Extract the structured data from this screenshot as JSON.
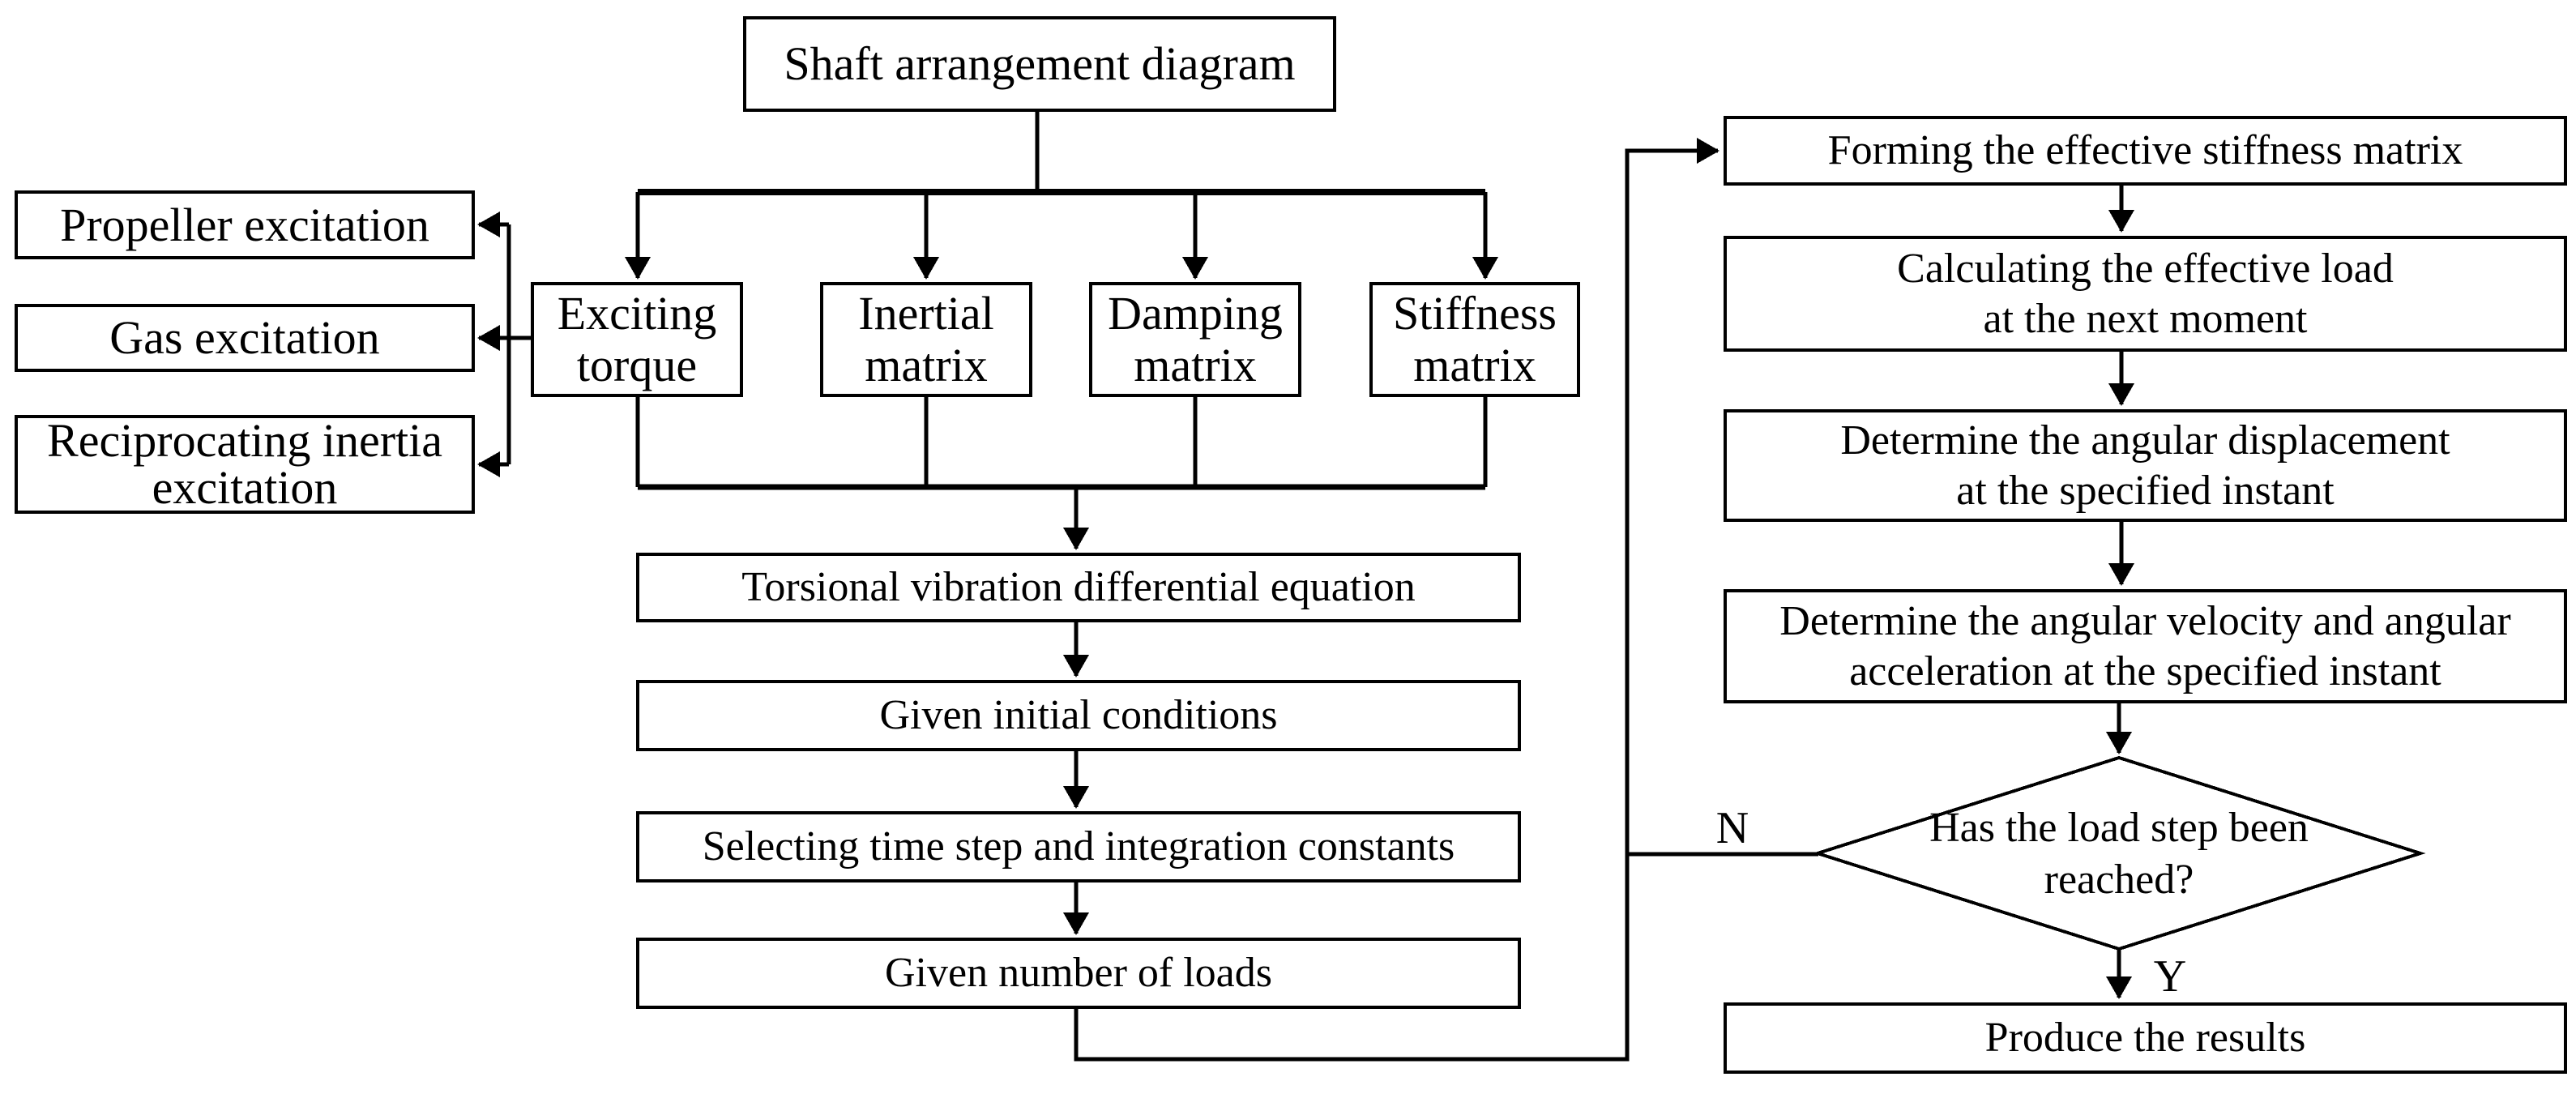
{
  "figure": {
    "background_color": "#ffffff",
    "line_color": "#000000",
    "box_fill_color": "#ffffff"
  },
  "nodes": {
    "shaft": {
      "label": "Shaft arrangement diagram"
    },
    "propeller": {
      "label": "Propeller excitation"
    },
    "gas": {
      "label": "Gas excitation"
    },
    "reciprocating": {
      "label": "Reciprocating inertia\nexcitation"
    },
    "exciting": {
      "label": "Exciting\ntorque"
    },
    "inertial": {
      "label": "Inertial\nmatrix"
    },
    "damping": {
      "label": "Damping\nmatrix"
    },
    "stiffness": {
      "label": "Stiffness\nmatrix"
    },
    "torsional": {
      "label": "Torsional vibration differential equation"
    },
    "initial": {
      "label": "Given initial conditions"
    },
    "timestep": {
      "label": "Selecting time step and integration constants"
    },
    "loads": {
      "label": "Given number of loads"
    },
    "forming": {
      "label": "Forming the effective stiffness matrix"
    },
    "effective_load": {
      "label": "Calculating the effective load\nat the next moment"
    },
    "displacement": {
      "label": "Determine the angular displacement\nat the specified instant"
    },
    "velocity": {
      "label": "Determine the angular velocity and angular\nacceleration at the specified instant"
    },
    "decision": {
      "label": "Has the load step been\nreached?"
    },
    "produce": {
      "label": "Produce the results"
    }
  },
  "branch_labels": {
    "no": "N",
    "yes": "Y"
  }
}
